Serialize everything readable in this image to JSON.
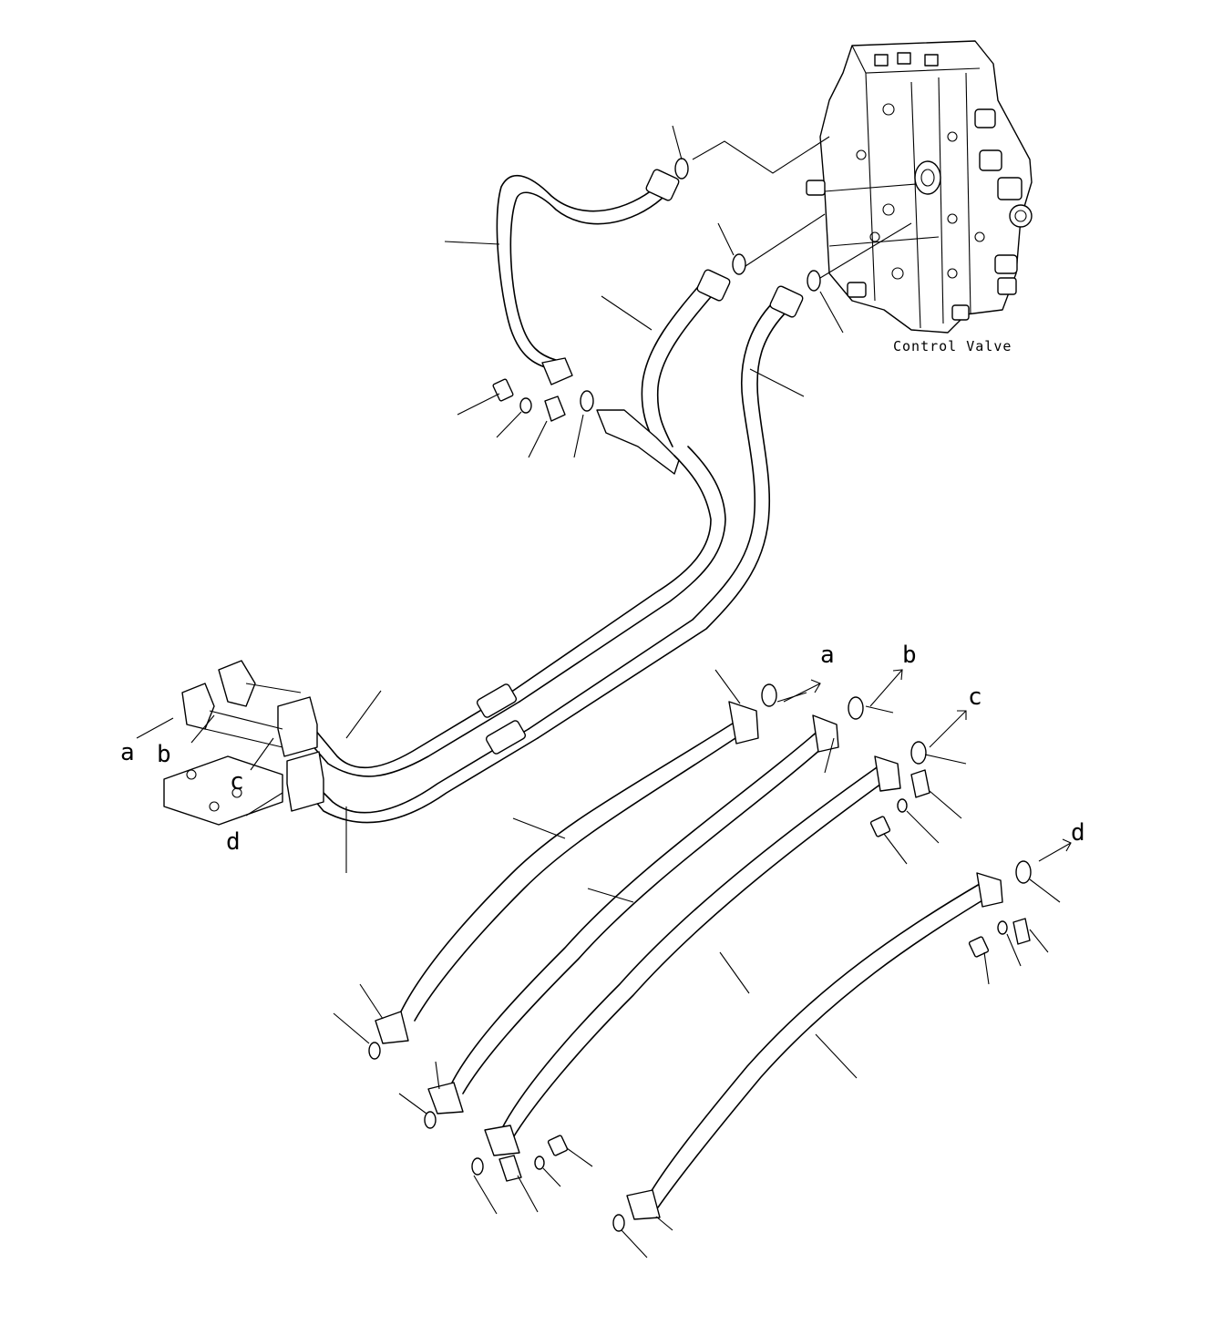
{
  "caption": "Control Valve",
  "letters": {
    "a": "a",
    "b": "b",
    "c": "c",
    "d": "d"
  }
}
